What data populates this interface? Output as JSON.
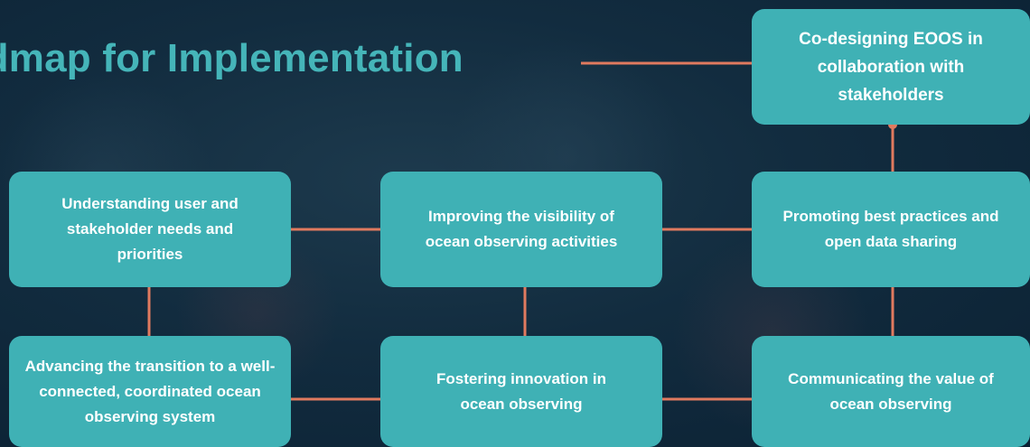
{
  "title": "admap for Implementation",
  "colors": {
    "box_fill": "#3fb1b5",
    "connector": "#e07a5f",
    "title": "#45b5b9",
    "background": "#122c3f"
  },
  "boxes": {
    "codesign": "Co-designing EOOS in collaboration with stakeholders",
    "understanding": "Understanding user and stakeholder needs and priorities",
    "visibility": "Improving the visibility of ocean observing activities",
    "best_practices": "Promoting best practices and open data sharing",
    "advancing": "Advancing the transition to a well-connected, coordinated ocean observing system",
    "innovation": "Fostering innovation in ocean observing",
    "communicating": "Communicating the value of ocean observing"
  }
}
